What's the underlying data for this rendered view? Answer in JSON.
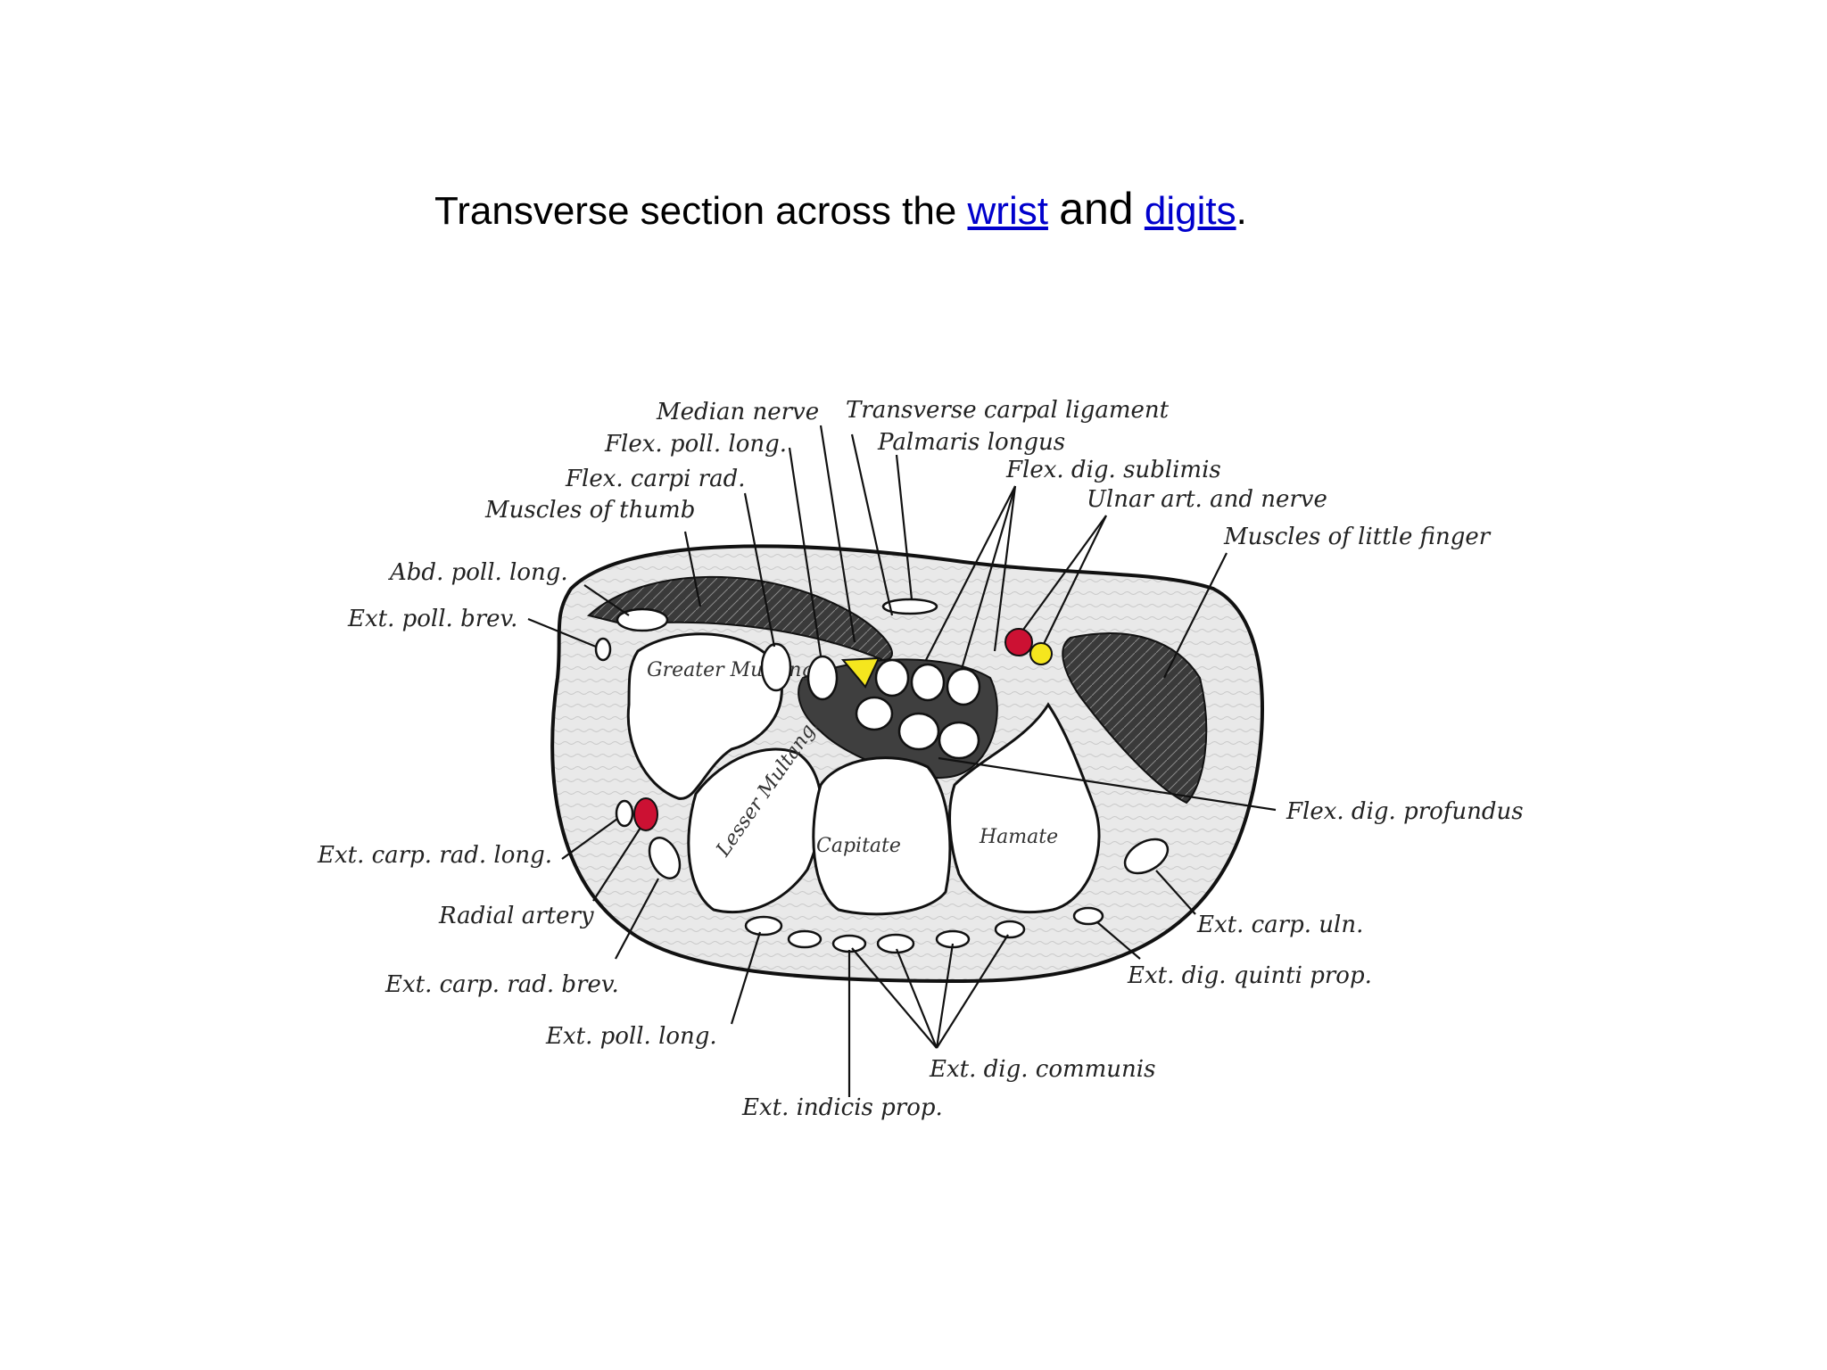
{
  "caption": {
    "prefix": "Transverse section across the ",
    "link1": "wrist",
    "middle": "and",
    "link2": "digits",
    "suffix": "."
  },
  "colors": {
    "link": "#0000cc",
    "artery": "#cc1133",
    "nerve": "#f5e61e",
    "muscle_dark": "#333333",
    "tissue": "#e6e6e6"
  },
  "labels": {
    "median_nerve": "Median nerve",
    "transverse_carpal_ligament": "Transverse carpal ligament",
    "flex_poll_long": "Flex. poll. long.",
    "palmaris_longus": "Palmaris longus",
    "flex_carpi_rad": "Flex. carpi rad.",
    "flex_dig_sublimis": "Flex. dig. sublimis",
    "muscles_of_thumb": "Muscles of thumb",
    "ulnar_art_nerve": "Ulnar art. and nerve",
    "muscles_little_finger": "Muscles of little finger",
    "abd_poll_long": "Abd. poll. long.",
    "ext_poll_brev": "Ext. poll. brev.",
    "flex_dig_profundus": "Flex. dig. profundus",
    "ext_carp_rad_long": "Ext. carp. rad. long.",
    "radial_artery": "Radial artery",
    "ext_carp_uln": "Ext. carp. uln.",
    "ext_dig_quinti_prop": "Ext. dig. quinti prop.",
    "ext_carp_rad_brev": "Ext. carp. rad. brev.",
    "ext_poll_long": "Ext. poll. long.",
    "ext_dig_communis": "Ext. dig. communis",
    "ext_indicis_prop": "Ext. indicis prop.",
    "greater_multang": "Greater Multang.",
    "lesser_multang": "Lesser Multang.",
    "capitate": "Capitate",
    "hamate": "Hamate"
  }
}
